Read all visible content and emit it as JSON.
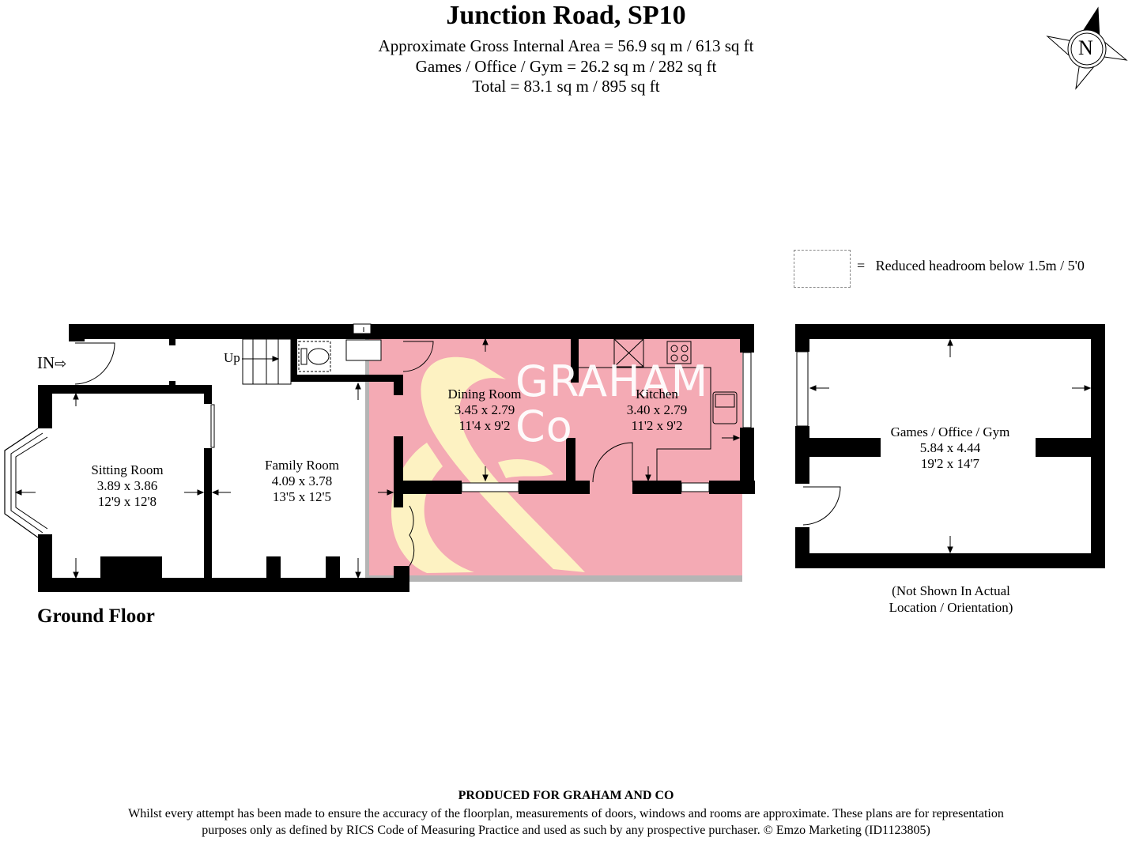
{
  "header": {
    "title": "Junction Road, SP10",
    "lines": [
      "Approximate Gross Internal Area = 56.9 sq m / 613 sq ft",
      "Games / Office / Gym = 26.2 sq m / 282 sq ft",
      "Total = 83.1 sq m / 895 sq ft"
    ]
  },
  "compass": {
    "icon": "north-compass-icon",
    "label": "N"
  },
  "legend": {
    "symbol": "=",
    "text": "Reduced headroom below 1.5m / 5'0"
  },
  "floor": {
    "label": "Ground Floor",
    "entrance_label": "IN",
    "stairs_label": "Up",
    "rooms": [
      {
        "name": "Sitting Room",
        "metric": "3.89 x 3.86",
        "imperial": "12'9 x 12'8"
      },
      {
        "name": "Family Room",
        "metric": "4.09 x 3.78",
        "imperial": "13'5 x 12'5"
      },
      {
        "name": "Dining Room",
        "metric": "3.45 x 2.79",
        "imperial": "11'4 x 9'2"
      },
      {
        "name": "Kitchen",
        "metric": "3.40 x 2.79",
        "imperial": "11'2 x 9'2"
      }
    ]
  },
  "outbuilding": {
    "room": {
      "name": "Games / Office / Gym",
      "metric": "5.84 x 4.44",
      "imperial": "19'2 x 14'7"
    },
    "note_line1": "(Not Shown In Actual",
    "note_line2": "Location / Orientation)"
  },
  "watermark": {
    "line1": "GRAHAM",
    "line2": "Co",
    "symbol": "&"
  },
  "colors": {
    "wall": "#000000",
    "highlight": "#f4aab4",
    "watermark_amp": "#fdf6c3",
    "shade_edge": "#b5b5b5"
  },
  "footer": {
    "heading": "PRODUCED FOR GRAHAM AND CO",
    "line1": "Whilst every attempt has been made to ensure the accuracy of the floorplan, measurements of doors, windows and rooms are approximate. These plans are for representation",
    "line2": "purposes only as defined by RICS Code of Measuring Practice and used as such by any prospective purchaser. © Emzo Marketing (ID1123805)"
  }
}
